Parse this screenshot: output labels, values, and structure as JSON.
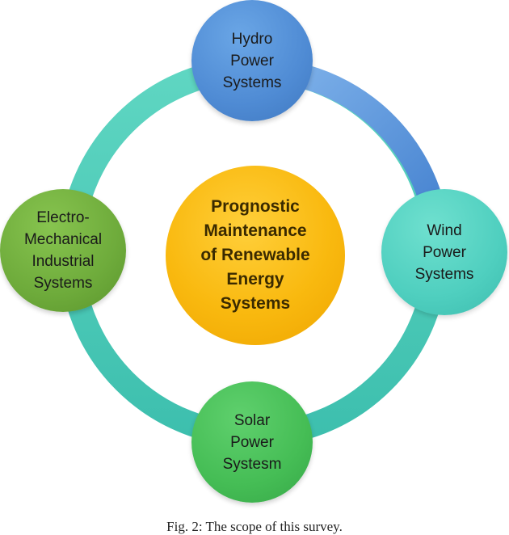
{
  "diagram": {
    "center": {
      "label": "Prognostic\nMaintenance\nof Renewable\nEnergy\nSystems",
      "color": "#f9b90f"
    },
    "nodes": {
      "hydro": {
        "label": "Hydro\nPower\nSystems",
        "color": "#4f8bd4"
      },
      "wind": {
        "label": "Wind\nPower\nSystems",
        "color": "#4fcfbf"
      },
      "solar": {
        "label": "Solar\nPower\nSystesm",
        "color": "#45bd55"
      },
      "electro": {
        "label": "Electro-\nMechanical\nIndustrial\nSystems",
        "color": "#6eab3b"
      }
    },
    "ring_colors": [
      "#4f8bd4",
      "#5fd6c2",
      "#3dbfae"
    ]
  },
  "caption": "Fig. 2: The scope of this survey."
}
